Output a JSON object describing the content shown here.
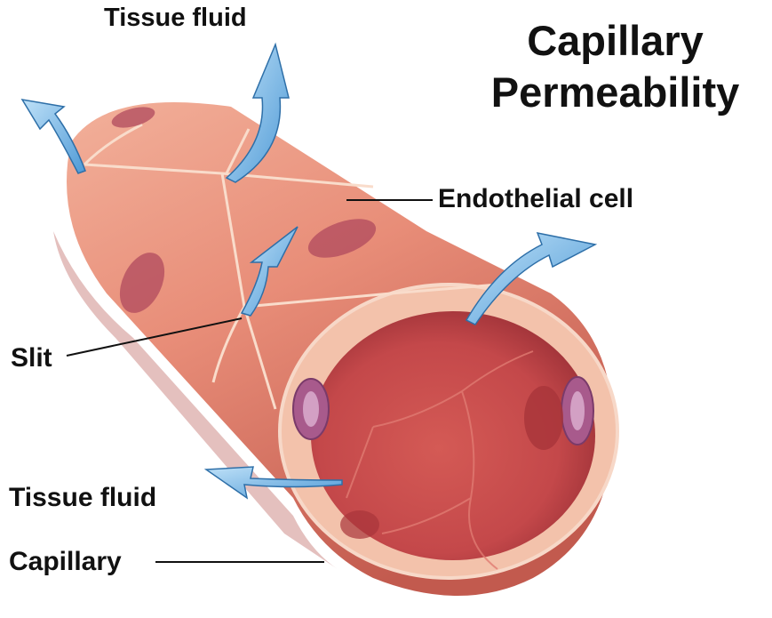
{
  "title": {
    "line1": "Capillary",
    "line2": "Permeability"
  },
  "labels": {
    "tissue_fluid_top": "Tissue fluid",
    "endothelial_cell": "Endothelial cell",
    "slit": "Slit",
    "tissue_fluid_bottom": "Tissue fluid",
    "capillary": "Capillary"
  },
  "colors": {
    "vessel_outer": "#e88d78",
    "vessel_shadow": "#b6463f",
    "lumen": "#c94a48",
    "lumen_dark": "#a8353a",
    "wall_section": "#f1b9a2",
    "cell_border": "#f7d8c8",
    "nucleus": "#a85a8c",
    "nucleus_spot": "#b04a5e",
    "arrow": "#6ab0e3",
    "arrow_edge": "#2e6fa8"
  },
  "icons": [
    "arrow-icon"
  ]
}
